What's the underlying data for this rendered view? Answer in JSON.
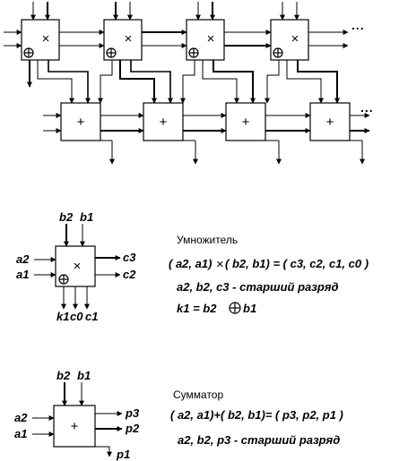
{
  "diagram": {
    "continuation_marker": "...",
    "multiplier_symbol": "×",
    "adder_symbol": "+",
    "xor_symbol": "⊕"
  },
  "multiplier_legend": {
    "title": "Умножитель",
    "inputs_top": [
      "b2",
      "b1"
    ],
    "inputs_left": [
      "a2",
      "a1"
    ],
    "outputs_right": [
      "c3",
      "c2"
    ],
    "outputs_bottom": [
      "k1",
      "c0",
      "c1"
    ],
    "equation_left": "( a2, a1)",
    "equation_op": "×",
    "equation_right": "( b2, b1) = ( c3, c2, c1, c0 )",
    "msb_note": "a2, b2, c3 - старший разряд",
    "k_eq_left": "k1 = b2",
    "k_eq_right": "b1"
  },
  "adder_legend": {
    "title": "Сумматор",
    "inputs_top": [
      "b2",
      "b1"
    ],
    "inputs_left": [
      "a2",
      "a1"
    ],
    "outputs_right": [
      "p3",
      "p2"
    ],
    "outputs_bottom": [
      "p1"
    ],
    "equation": "( a2, a1)+( b2, b1)= ( p3, p2, p1 )",
    "msb_note": "a2, b2, p3 - старший разряд"
  }
}
